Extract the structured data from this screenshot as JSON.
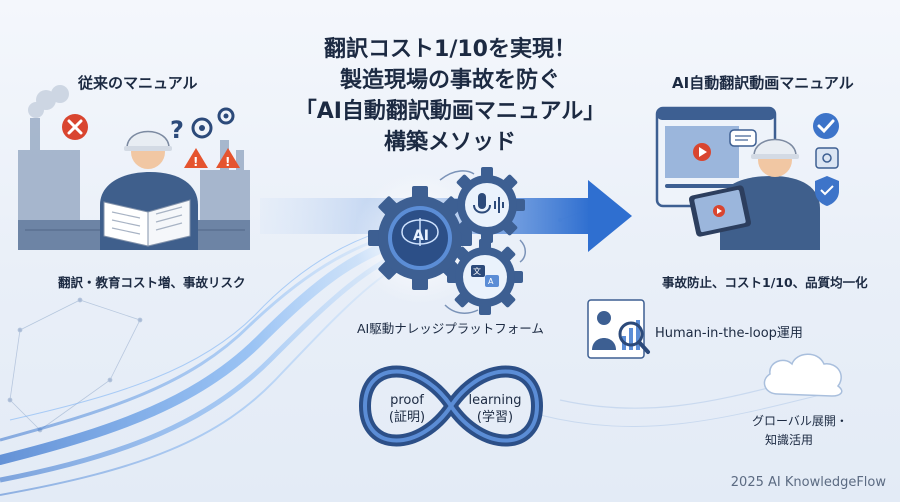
{
  "title": {
    "line1": "翻訳コスト1/10を実現！",
    "line2": "製造現場の事故を防ぐ",
    "line3": "「AI自動翻訳動画マニュアル」",
    "line4": "構築メソッド"
  },
  "left": {
    "heading": "従来のマニュアル",
    "caption": "翻訳・教育コスト増、事故リスク",
    "icons": [
      "cross-icon",
      "question-icon",
      "gears-icon",
      "warning-icon",
      "factory-icon",
      "worker-reading-manual-icon"
    ]
  },
  "right": {
    "heading": "AI自動翻訳動画マニュアル",
    "caption": "事故防止、コスト1/10、品質均一化",
    "icons": [
      "check-icon",
      "safe-icon",
      "shield-check-icon",
      "video-player-icon",
      "worker-with-tablet-icon"
    ]
  },
  "center": {
    "gear_label": "AI",
    "platform_label": "AI駆動ナレッジプラットフォーム",
    "icons": [
      "ai-brain-gear-icon",
      "microphone-wave-gear-icon",
      "translate-gear-icon",
      "arrow-right-icon"
    ]
  },
  "loop": {
    "left_en": "proof",
    "left_jp": "(証明)",
    "right_en": "learning",
    "right_jp": "(学習)"
  },
  "hitl": {
    "label": "Human-in-the-loop運用",
    "icons": [
      "person-chart-icon",
      "magnifier-icon"
    ]
  },
  "global": {
    "line1": "グローバル展開・",
    "line2": "知識活用",
    "icons": [
      "cloud-icon"
    ]
  },
  "footer": "2025 AI KnowledgeFlow",
  "colors": {
    "accent": "#2f6fd0",
    "navy": "#2c4a7a",
    "warn": "#d9452f",
    "ok": "#3d74c9"
  }
}
